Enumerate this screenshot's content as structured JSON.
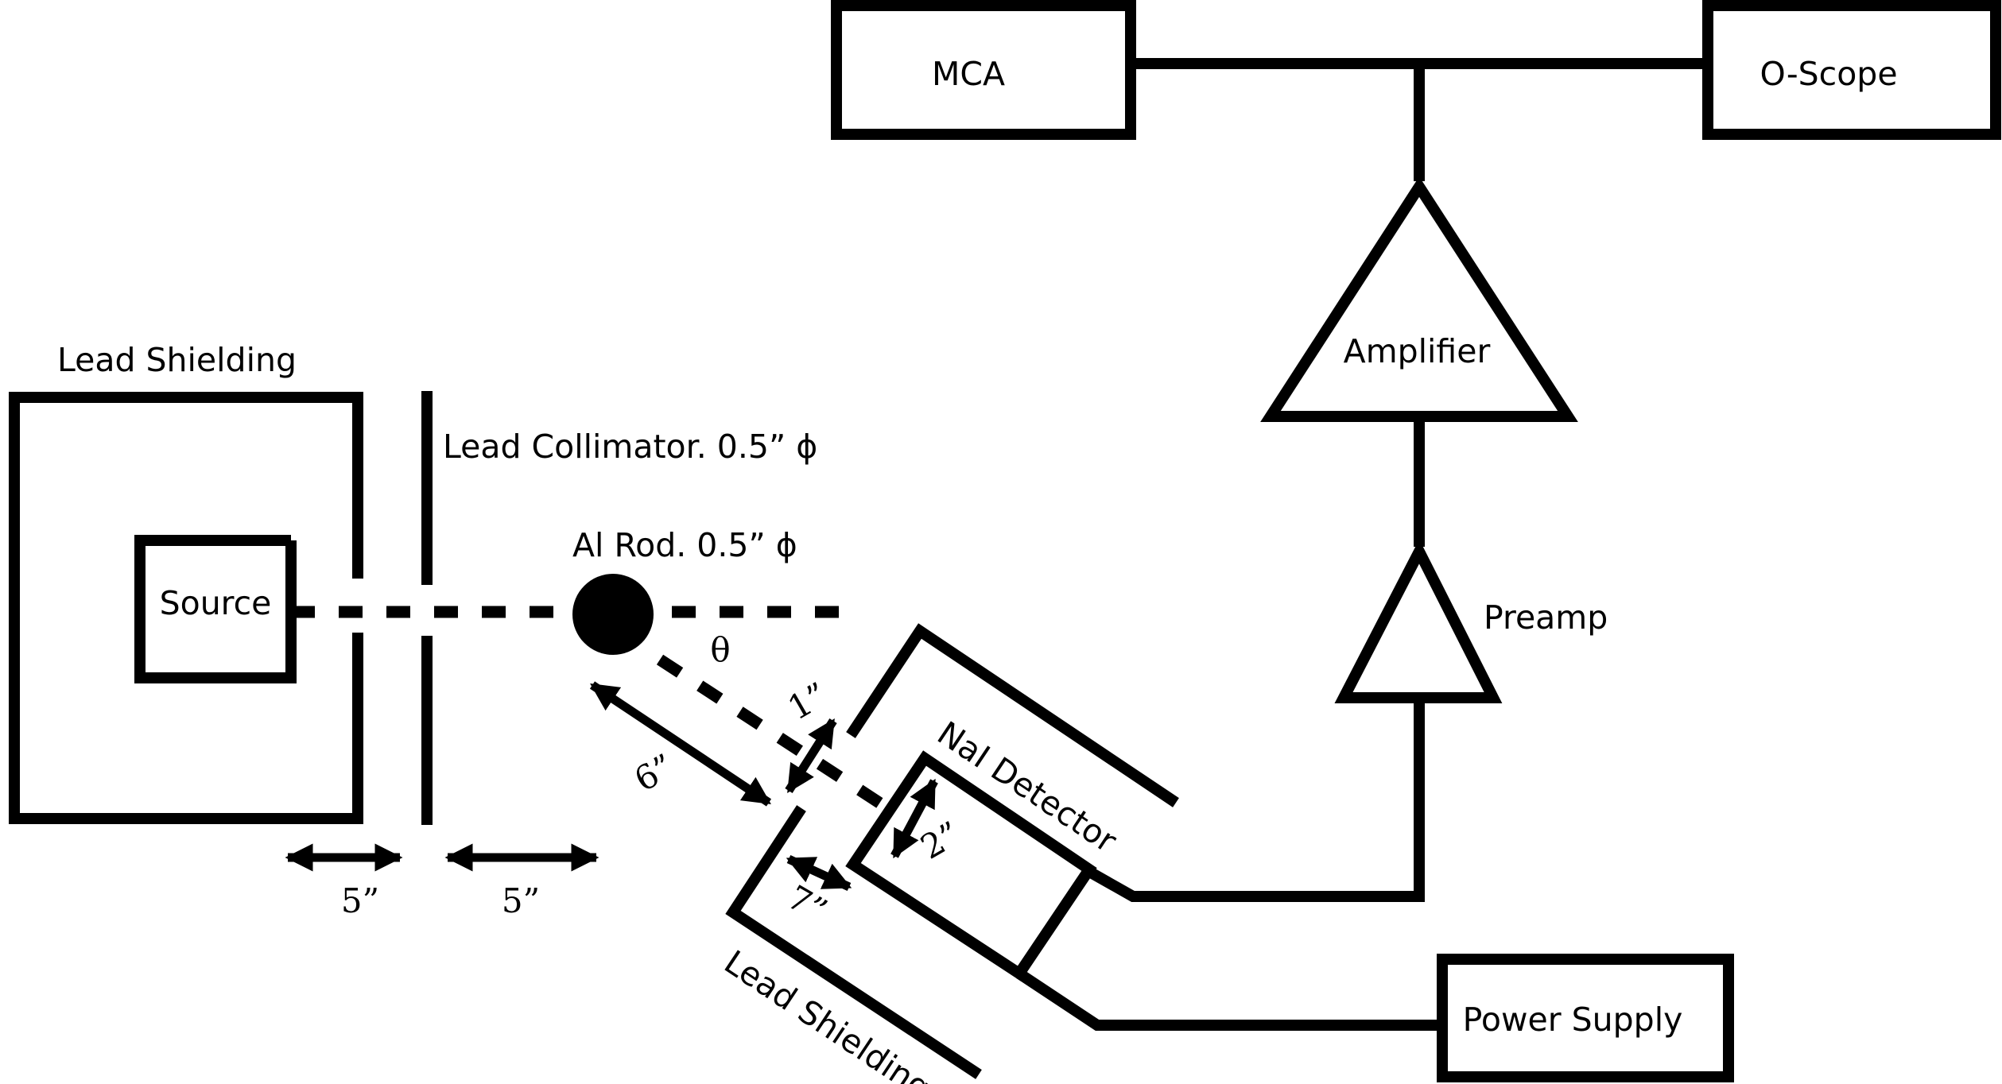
{
  "blocks": {
    "mca": "MCA",
    "oscope": "O-Scope",
    "amplifier": "Amplifier",
    "preamp": "Preamp",
    "power_supply": "Power Supply",
    "source": "Source"
  },
  "labels": {
    "lead_shielding_top": "Lead Shielding",
    "lead_collimator": "Lead Collimator. 0.5” ϕ",
    "al_rod": "Al Rod. 0.5” ϕ",
    "theta": "θ",
    "nai_detector": "NaI Detector",
    "lead_shielding_bottom": "Lead Shielding"
  },
  "dimensions": {
    "source_to_collimator": "5”",
    "collimator_to_rod": "5”",
    "rod_to_detector": "6”",
    "aperture": "1”",
    "detector_width": "2”",
    "shield_gap": "7”"
  }
}
